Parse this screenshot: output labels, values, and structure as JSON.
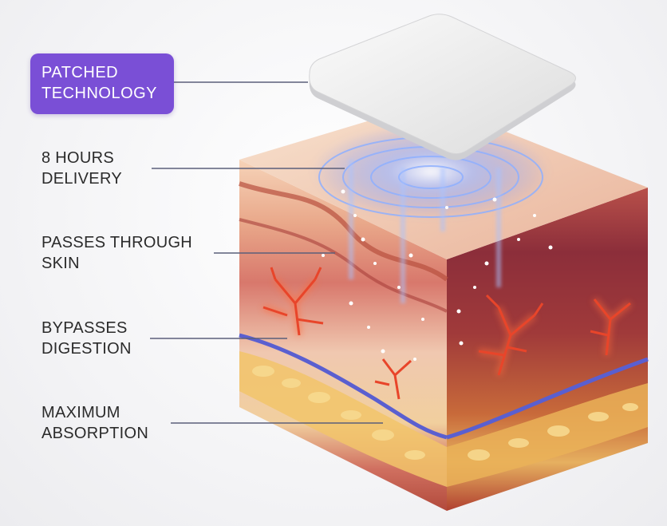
{
  "badge": {
    "line1": "PATCHED",
    "line2": "TECHNOLOGY"
  },
  "labels": [
    {
      "line1": "8 HOURS",
      "line2": "DELIVERY"
    },
    {
      "line1": "PASSES THROUGH",
      "line2": "SKIN"
    },
    {
      "line1": "BYPASSES",
      "line2": "DIGESTION"
    },
    {
      "line1": "MAXIMUM",
      "line2": "ABSORPTION"
    }
  ],
  "colors": {
    "badge": "#7a4fd6",
    "connector": "#5b5f7a",
    "glow": "#6f8dff",
    "vessel": "#e8452a",
    "vein": "#5a5fd0",
    "fat": "#f2c46a"
  }
}
